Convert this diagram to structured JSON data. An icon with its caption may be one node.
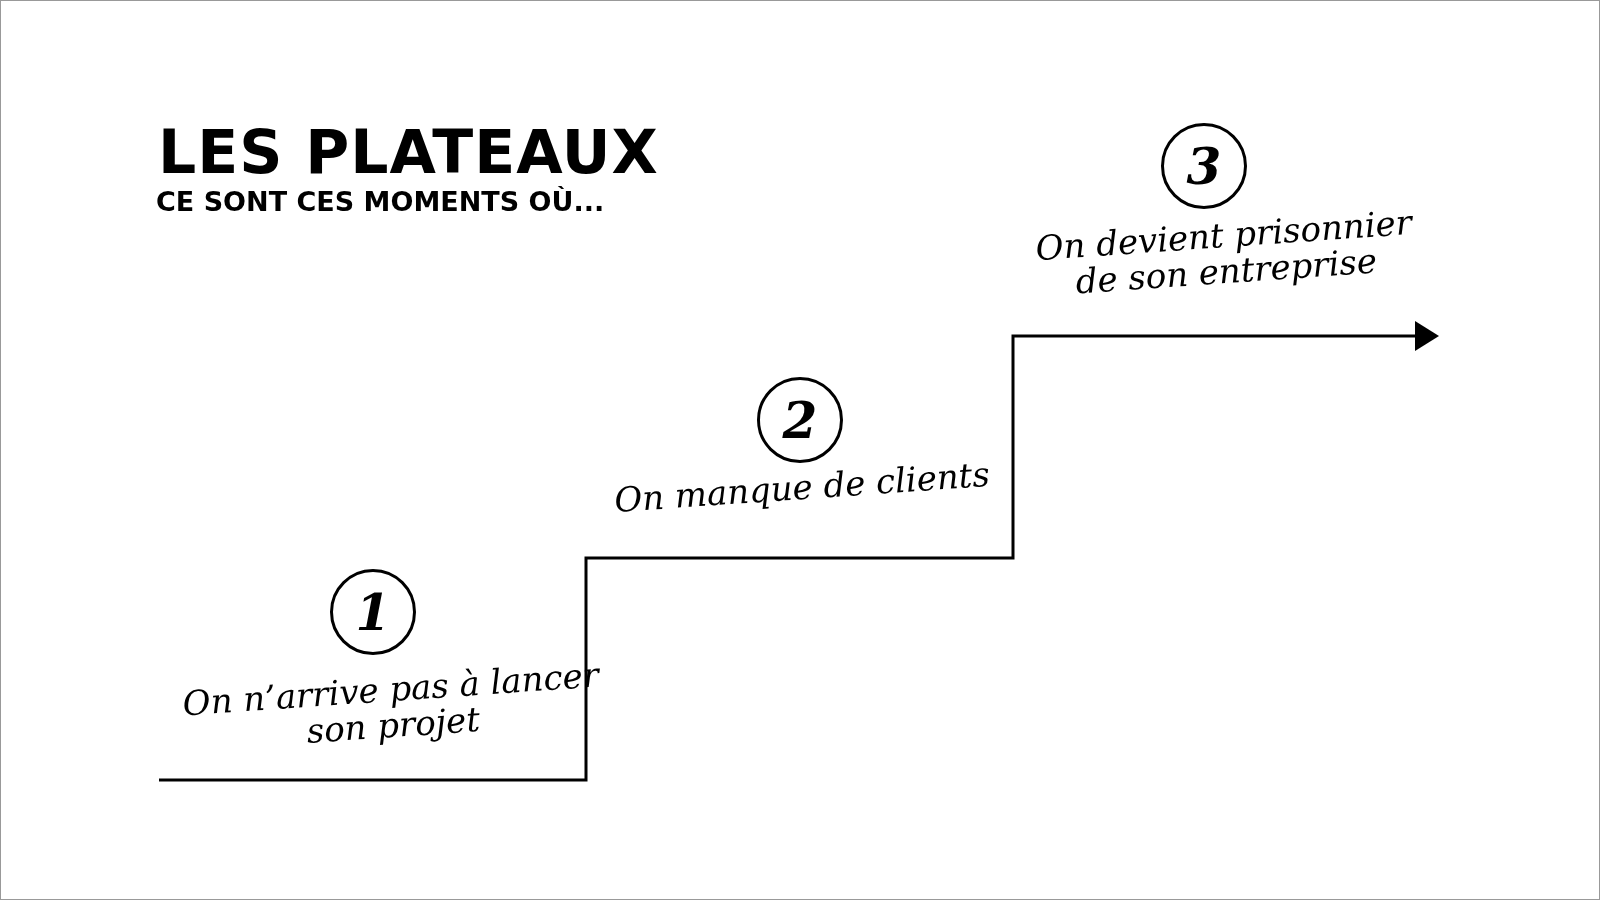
{
  "diagram": {
    "title": "LES PLATEAUX",
    "nodes": [
      {
        "text": [
          "1"
        ],
        "beside": [
          "On n’arrive pas à lancer son projet"
        ]
      },
      {
        "text": [
          "2"
        ],
        "beside": [
          "On manque de clients"
        ]
      },
      {
        "text": [
          "3"
        ],
        "beside": [
          "On devient prisonnier de son entreprise"
        ]
      }
    ],
    "edges": [],
    "labels": [
      "CE SONT CES MOMENTS OÙ..."
    ]
  }
}
